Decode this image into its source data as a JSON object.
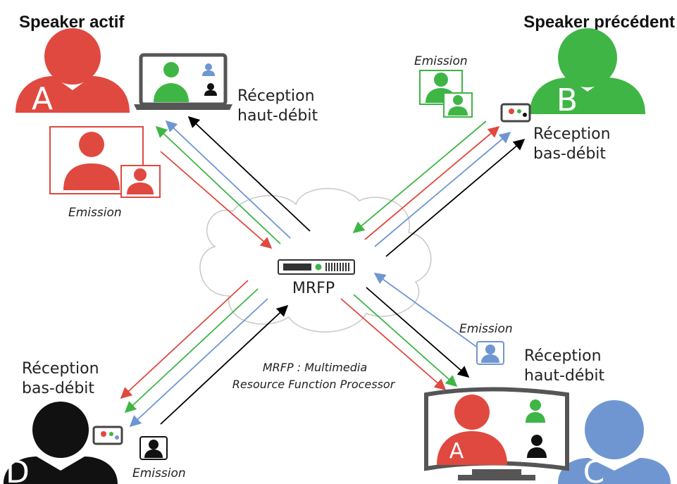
{
  "headings": {
    "active_speaker": "Speaker actif",
    "previous_speaker": "Speaker précédent"
  },
  "server": {
    "name": "MRFP",
    "definition_line1": "MRFP : Multimedia",
    "definition_line2": "Resource Function Processor"
  },
  "participants": {
    "A": {
      "letter": "A",
      "color": "#e0493f"
    },
    "B": {
      "letter": "B",
      "color": "#3fb546"
    },
    "C": {
      "letter": "C",
      "color": "#6f96d1"
    },
    "D": {
      "letter": "D",
      "color": "#111111"
    }
  },
  "labels": {
    "reception_high": [
      "Réception",
      "haut-débit"
    ],
    "reception_low": [
      "Réception",
      "bas-débit"
    ],
    "emission": "Emission"
  },
  "colors": {
    "arrow_black": "#000000",
    "cloud_stroke": "#c8c8c8",
    "device_gray": "#555555"
  }
}
